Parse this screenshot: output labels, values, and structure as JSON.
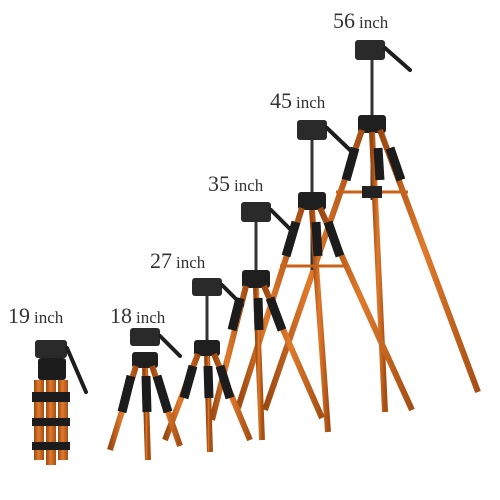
{
  "labels": [
    {
      "num": "19",
      "unit": "inch"
    },
    {
      "num": "18",
      "unit": "inch"
    },
    {
      "num": "27",
      "unit": "inch"
    },
    {
      "num": "35",
      "unit": "inch"
    },
    {
      "num": "45",
      "unit": "inch"
    },
    {
      "num": "56",
      "unit": "inch"
    }
  ],
  "colors": {
    "leg": "#c8621d",
    "leg_dark": "#8e3f0d",
    "grip": "#1c1c1c",
    "metal": "#3a3a3a",
    "background": "#ffffff"
  }
}
